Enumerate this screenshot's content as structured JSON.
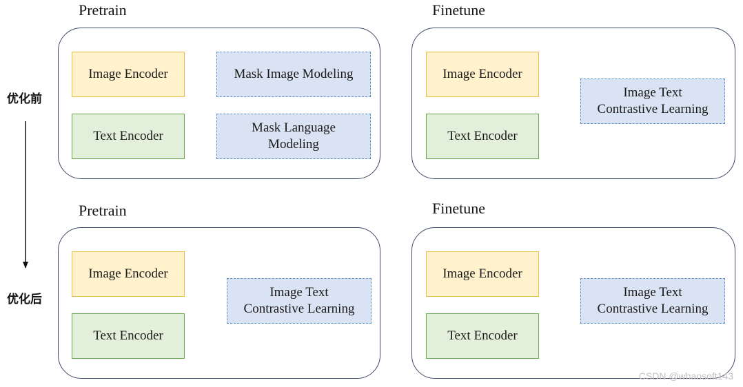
{
  "labels": {
    "before": "优化前",
    "after": "优化后"
  },
  "sections": {
    "top_pretrain": {
      "title": "Pretrain",
      "image_encoder": "Image Encoder",
      "text_encoder": "Text Encoder",
      "task_mim": "Mask Image Modeling",
      "task_mlm_line1": "Mask Language",
      "task_mlm_line2": "Modeling"
    },
    "top_finetune": {
      "title": "Finetune",
      "image_encoder": "Image Encoder",
      "text_encoder": "Text Encoder",
      "task_line1": "Image Text",
      "task_line2": "Contrastive Learning"
    },
    "bottom_pretrain": {
      "title": "Pretrain",
      "image_encoder": "Image Encoder",
      "text_encoder": "Text Encoder",
      "task_line1": "Image Text",
      "task_line2": "Contrastive Learning"
    },
    "bottom_finetune": {
      "title": "Finetune",
      "image_encoder": "Image Encoder",
      "text_encoder": "Text Encoder",
      "task_line1": "Image Text",
      "task_line2": "Contrastive Learning"
    }
  },
  "watermark": "CSDN @whaosoft143",
  "colors": {
    "image_encoder_fill": "#fff2cc",
    "image_encoder_border": "#e8c04a",
    "text_encoder_fill": "#e2efda",
    "text_encoder_border": "#6aa84f",
    "task_fill": "#dae3f3",
    "task_border": "#5b8fc7",
    "panel_border": "#3d4a66"
  }
}
